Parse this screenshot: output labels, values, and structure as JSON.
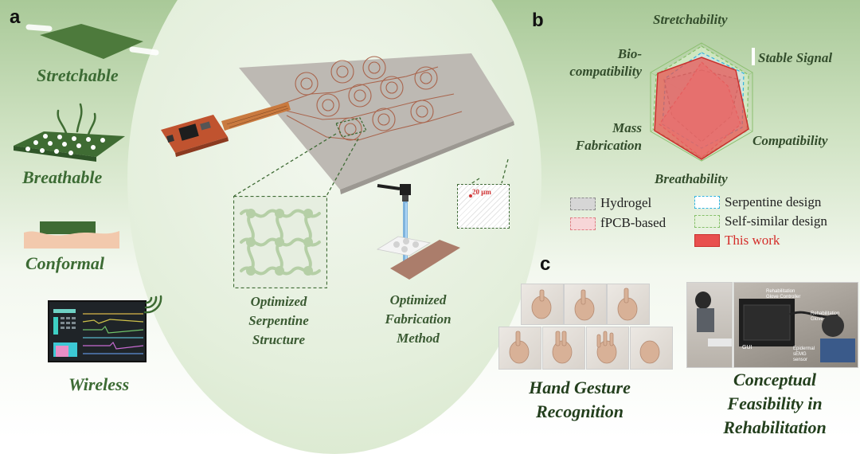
{
  "panels": {
    "a": "a",
    "b": "b",
    "c": "c"
  },
  "features": [
    {
      "label": "Stretchable",
      "icon": "stretch-fabric-icon"
    },
    {
      "label": "Breathable",
      "icon": "perforated-film-icon"
    },
    {
      "label": "Conformal",
      "icon": "skin-contact-icon"
    },
    {
      "label": "Wireless",
      "icon": "wireless-monitor-icon"
    }
  ],
  "center": {
    "serpentine_caption": [
      "Optimized",
      "Serpentine",
      "Structure"
    ],
    "fabrication_caption": [
      "Optimized",
      "Fabrication",
      "Method"
    ],
    "scale_label": "20 μm"
  },
  "radar": {
    "axes": [
      "Stretchability",
      "Stable Signal",
      "Compatibility",
      "Breathability",
      "Mass Fabrication",
      "Bio-compatibility"
    ],
    "axis_labels_display": {
      "stretchability": "Stretchability",
      "stable_signal": "Stable Signal",
      "compatibility": "Compatibility",
      "breathability": "Breathability",
      "mass_fabrication": [
        "Mass",
        "Fabrication"
      ],
      "bio_compatibility": [
        "Bio-",
        "compatibility"
      ]
    },
    "colors": {
      "hydrogel": "#a8a8a8",
      "fpcb": "#e89aa0",
      "serpentine": "#33b5e0",
      "self_similar": "#86c06a",
      "this_work": "#e8504e"
    }
  },
  "legend": {
    "hydrogel": "Hydrogel",
    "fpcb": "fPCB-based",
    "serpentine": "Serpentine design",
    "self_similar": "Self-similar design",
    "this_work": "This work"
  },
  "panel_c": {
    "gesture_caption": [
      "Hand Gesture",
      "Recognition"
    ],
    "rehab_caption": [
      "Conceptual",
      "Feasibility in",
      "Rehabilitation"
    ],
    "rehab_photo_labels": {
      "controller": [
        "Rehabilitation",
        "Glove Controller"
      ],
      "glove": [
        "Rehabilitation",
        "Glove"
      ],
      "gui": "GUI",
      "sensor": [
        "Epidermal",
        "sEMG",
        "sensor"
      ]
    }
  }
}
